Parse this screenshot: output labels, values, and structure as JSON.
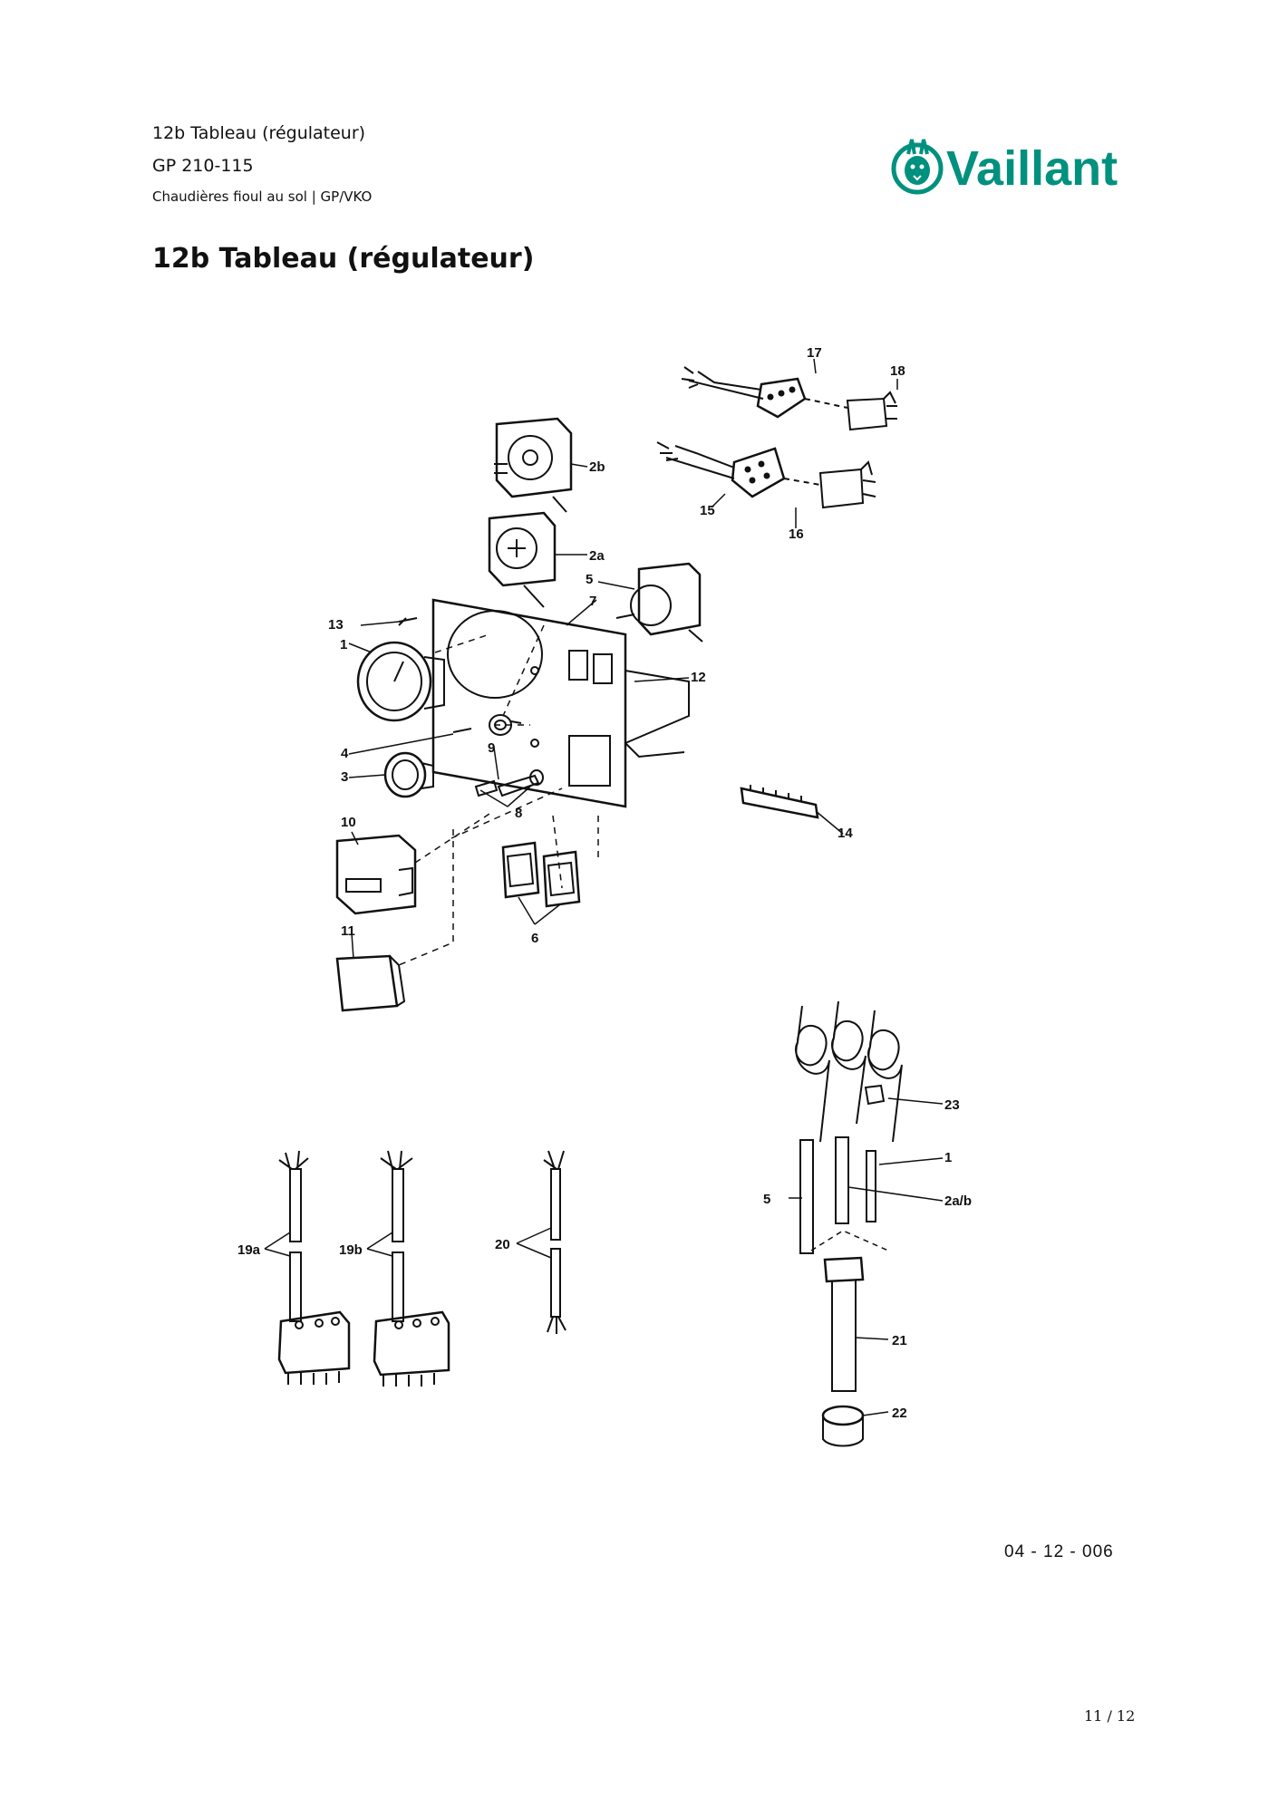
{
  "header": {
    "line1": "12b Tableau (régulateur)",
    "line2": "GP 210-115",
    "line3": "Chaudières fioul au sol | GP/VKO"
  },
  "heading": "12b Tableau (régulateur)",
  "logo": {
    "text": "Vaillant",
    "color": "#00917e"
  },
  "diagram": {
    "callouts": {
      "c17": "17",
      "c18": "18",
      "c2b": "2b",
      "c15": "15",
      "c16": "16",
      "c2a": "2a",
      "c5": "5",
      "c7": "7",
      "c13": "13",
      "c1": "1",
      "c12": "12",
      "c4": "4",
      "c9": "9",
      "c3": "3",
      "c8": "8",
      "c14": "14",
      "c10": "10",
      "c6": "6",
      "c11": "11",
      "c23": "23",
      "c1r": "1",
      "c5r": "5",
      "c2ab": "2a/b",
      "c21": "21",
      "c22": "22",
      "c19a": "19a",
      "c19b": "19b",
      "c20": "20"
    }
  },
  "doc_ref": "04 - 12 - 006",
  "page_number": "11 / 12"
}
